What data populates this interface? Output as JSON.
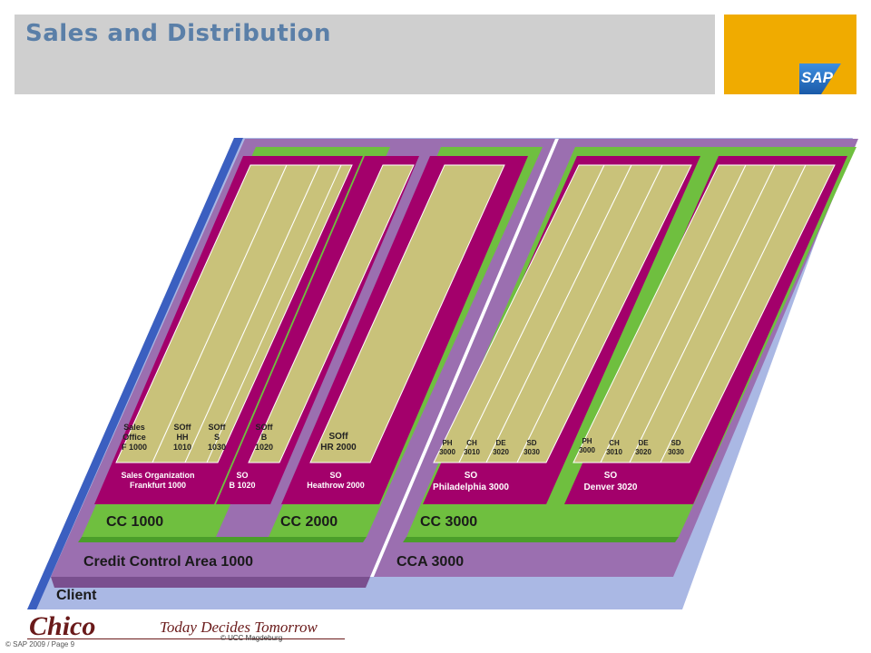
{
  "header": {
    "title": "Sales and Distribution",
    "logo_text": "SAP",
    "accent_color": "#f0ab00"
  },
  "diagram": {
    "client_label": "Client",
    "credit_control_areas": [
      {
        "label": "Credit Control Area 1000"
      },
      {
        "label": "CCA 3000"
      }
    ],
    "company_codes": [
      {
        "label": "CC 1000"
      },
      {
        "label": "CC 2000"
      },
      {
        "label": "CC 3000"
      }
    ],
    "sales_orgs": [
      {
        "line1": "Sales Organization",
        "line2": "Frankfurt 1000"
      },
      {
        "line1": "SO",
        "line2": "B 1020"
      },
      {
        "line1": "SO",
        "line2": "Heathrow 2000"
      },
      {
        "line1": "SO",
        "line2": "Philadelphia 3000"
      },
      {
        "line1": "SO",
        "line2": "Denver  3020"
      }
    ],
    "sales_offices": {
      "frankfurt": [
        {
          "line1": "Sales",
          "line2": "Office",
          "line3": "F 1000"
        },
        {
          "line1": "SOff",
          "line2": "HH",
          "line3": "1010"
        },
        {
          "line1": "SOff",
          "line2": "S",
          "line3": "1030"
        }
      ],
      "b1020": {
        "line1": "SOff",
        "line2": "B",
        "line3": "1020"
      },
      "heathrow": {
        "line1": "SOff",
        "line2": "HR 2000"
      },
      "philadelphia": [
        {
          "line1": "PH",
          "line2": "3000"
        },
        {
          "line1": "CH",
          "line2": "3010"
        },
        {
          "line1": "DE",
          "line2": "3020"
        },
        {
          "line1": "SD",
          "line2": "3030"
        }
      ],
      "denver": [
        {
          "line1": "PH",
          "line2": "3000"
        },
        {
          "line1": "CH",
          "line2": "3010"
        },
        {
          "line1": "DE",
          "line2": "3020"
        },
        {
          "line1": "SD",
          "line2": "3030"
        }
      ]
    },
    "colors": {
      "client": "#aab8e4",
      "cca": "#9b6fb0",
      "cc": "#6fbf3f",
      "sales_org": "#a3006b",
      "office": "#c9c27a"
    }
  },
  "footer": {
    "brand": "Chico",
    "slogan": "Today Decides Tomorrow",
    "small_text": "© UCC Magdeburg",
    "page_text": "© SAP 2009 / Page 9"
  }
}
